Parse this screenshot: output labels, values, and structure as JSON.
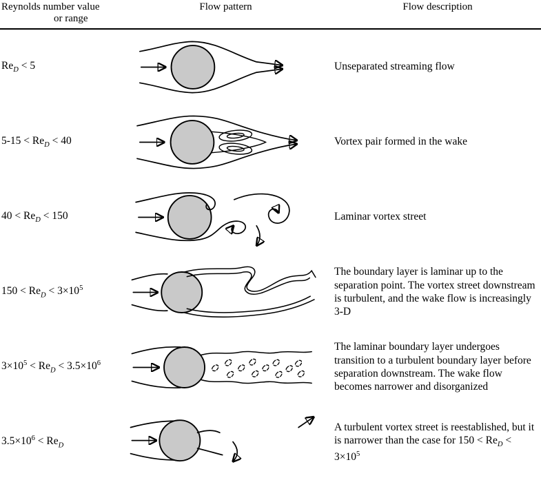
{
  "header": {
    "col1_line1": "Reynolds number value",
    "col1_line2": "or range",
    "col2": "Flow pattern",
    "col3": "Flow description"
  },
  "rows": [
    {
      "reynolds": [
        {
          "t": "text",
          "s": "Re"
        },
        {
          "t": "sub",
          "s": "D"
        },
        {
          "t": "text",
          "s": " < 5"
        }
      ],
      "description": [
        {
          "t": "text",
          "s": "Unseparated streaming flow"
        }
      ]
    },
    {
      "reynolds": [
        {
          "t": "text",
          "s": "5-15 < Re"
        },
        {
          "t": "sub",
          "s": "D"
        },
        {
          "t": "text",
          "s": " < 40"
        }
      ],
      "description": [
        {
          "t": "text",
          "s": "Vortex pair formed in the wake"
        }
      ]
    },
    {
      "reynolds": [
        {
          "t": "text",
          "s": "40 < Re"
        },
        {
          "t": "sub",
          "s": "D"
        },
        {
          "t": "text",
          "s": " < 150"
        }
      ],
      "description": [
        {
          "t": "text",
          "s": "Laminar vortex street"
        }
      ]
    },
    {
      "reynolds": [
        {
          "t": "text",
          "s": "150 < Re"
        },
        {
          "t": "sub",
          "s": "D"
        },
        {
          "t": "text",
          "s": " < 3×10"
        },
        {
          "t": "sup",
          "s": "5"
        }
      ],
      "description": [
        {
          "t": "text",
          "s": "The boundary layer is laminar up to the separation point. The vortex street downstream is turbulent, and the wake flow is increasingly 3-D"
        }
      ]
    },
    {
      "reynolds": [
        {
          "t": "text",
          "s": "3×10"
        },
        {
          "t": "sup",
          "s": "5"
        },
        {
          "t": "text",
          "s": " < Re"
        },
        {
          "t": "sub",
          "s": "D"
        },
        {
          "t": "text",
          "s": " < 3.5×10"
        },
        {
          "t": "sup",
          "s": "6"
        }
      ],
      "description": [
        {
          "t": "text",
          "s": "The laminar boundary layer undergoes transition to a turbulent boundary layer before separation downstream. The wake flow becomes narrower and disorganized"
        }
      ]
    },
    {
      "reynolds": [
        {
          "t": "text",
          "s": "3.5×10"
        },
        {
          "t": "sup",
          "s": "6"
        },
        {
          "t": "text",
          "s": " < Re"
        },
        {
          "t": "sub",
          "s": "D"
        }
      ],
      "description": [
        {
          "t": "text",
          "s": "A turbulent vortex street is reestablished, but it is narrower than the case for 150 < Re"
        },
        {
          "t": "sub",
          "s": "D"
        },
        {
          "t": "text",
          "s": " < 3×10"
        },
        {
          "t": "sup",
          "s": "5"
        }
      ]
    }
  ]
}
